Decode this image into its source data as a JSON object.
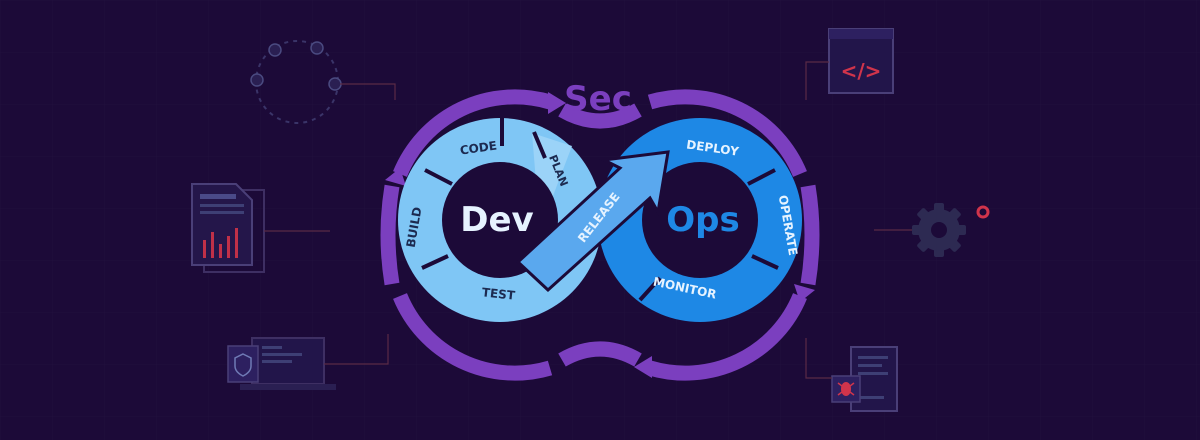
{
  "title_prefix": "Sec",
  "left_word": "Dev",
  "right_word": "Ops",
  "phases": {
    "code": "CODE",
    "plan": "PLAN",
    "build": "BUILD",
    "test": "TEST",
    "release": "RELEASE",
    "deploy": "DEPLOY",
    "operate": "OPERATE",
    "monitor": "MONITOR"
  },
  "code_glyph": "</>",
  "colors": {
    "background": "#1c0a38",
    "purple_ring": "#7b3fbf",
    "left_loop": "#7fc6f5",
    "right_loop": "#1e88e5",
    "center": "#1c0a38",
    "text_light": "#e6f3ff",
    "accent_red": "#d0344b",
    "icon_line": "#3e2f63"
  }
}
